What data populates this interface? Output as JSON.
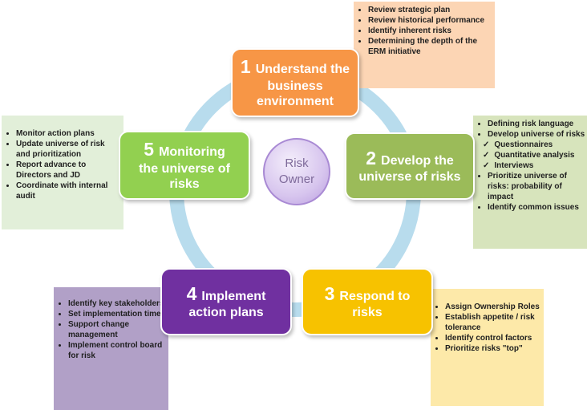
{
  "center": {
    "line1": "Risk",
    "line2": "Owner"
  },
  "steps": [
    {
      "num": "1",
      "label": "Understand the\nbusiness\nenvironment",
      "color": "#f79646"
    },
    {
      "num": "2",
      "label": "Develop the\nuniverse of risks",
      "color": "#9bbb59"
    },
    {
      "num": "3",
      "label": "Respond to\nrisks",
      "color": "#f7c200"
    },
    {
      "num": "4",
      "label": "Implement\naction plans",
      "color": "#7030a0"
    },
    {
      "num": "5",
      "label": "Monitoring\nthe universe of\nrisks",
      "color": "#92d050"
    }
  ],
  "notes": {
    "step1": {
      "bg": "#fcd5b4",
      "items": [
        "Review strategic plan",
        "Review historical performance",
        "Identify inherent risks",
        "Determining the depth of the ERM initiative"
      ]
    },
    "step2": {
      "bg": "#d7e4bc",
      "items": [
        "Defining risk language",
        "Develop universe of risks"
      ],
      "subitems": [
        "Questionnaires",
        "Quantitative analysis",
        "Interviews"
      ],
      "items_after": [
        "Prioritize universe of risks: probability of impact",
        "Identify common issues"
      ]
    },
    "step3": {
      "bg": "#fde9a9",
      "items": [
        "Assign Ownership Roles",
        "Establish appetite / risk tolerance",
        "Identify control factors",
        "Prioritize risks \"top\""
      ]
    },
    "step4": {
      "bg": "#b1a0c7",
      "items": [
        "Identify key stakeholders",
        "Set implementation time",
        "Support change management",
        "Implement control board for risk"
      ]
    },
    "step5": {
      "bg": "#e2efd9",
      "items": [
        "Monitor action plans",
        "Update universe of risk and prioritization",
        "Report advance to Directors and JD",
        "Coordinate with internal audit"
      ]
    }
  },
  "ring_color": "#b8dced"
}
